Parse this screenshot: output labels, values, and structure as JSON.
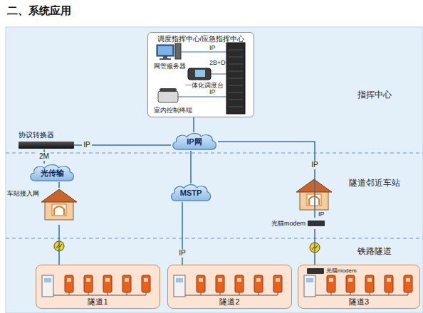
{
  "diagram": {
    "title": "二、系统应用",
    "nodes": [
      {
        "text": [
          "调度指挥中心/应急指挥中心"
        ]
      },
      {
        "text": [
          "网管服务器"
        ],
        "in": 0
      },
      {
        "text": [
          "一体化调度台"
        ],
        "in": 0
      },
      {
        "text": [
          "室内控制终端"
        ],
        "in": 0
      },
      {
        "text": [
          "IP网"
        ]
      },
      {
        "text": [
          "协议转换器"
        ]
      },
      {
        "text": [
          "光传输"
        ]
      },
      {
        "text": [
          "车站接入网"
        ]
      },
      {
        "text": [
          "MSTP"
        ]
      },
      {
        "text": [
          "光猫modem"
        ]
      },
      {
        "text": [
          "隧道1"
        ]
      },
      {
        "text": [
          "隧道2"
        ]
      },
      {
        "text": [
          "隧道3"
        ]
      },
      {
        "text": [
          "光猫modem"
        ],
        "in": 12
      }
    ],
    "edges": [
      {
        "from": 0,
        "to": 4,
        "arrow": "none"
      },
      {
        "from": 4,
        "to": 5,
        "label": "IP",
        "arrow": "none"
      },
      {
        "from": 5,
        "to": 6,
        "label": "2M",
        "arrow": "none"
      },
      {
        "from": 6,
        "to": 7,
        "arrow": "none"
      },
      {
        "from": 7,
        "to": 10,
        "arrow": "none"
      },
      {
        "from": 4,
        "to": 8,
        "arrow": "none"
      },
      {
        "from": 8,
        "to": 11,
        "label": "IP",
        "arrow": "none"
      },
      {
        "from": 4,
        "to": 9,
        "label": "IP",
        "arrow": "none"
      },
      {
        "from": 9,
        "to": 13,
        "arrow": "none"
      }
    ],
    "labels": [
      "IP",
      "2B+D",
      "IP",
      "指挥中心",
      "隧道邻近车站",
      "铁路隧道",
      "IP"
    ]
  }
}
